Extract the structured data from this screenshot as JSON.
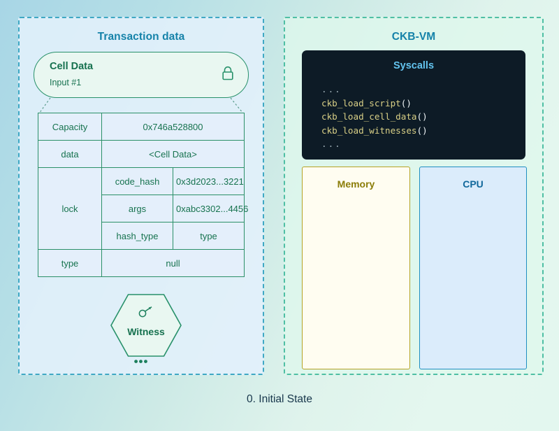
{
  "caption": "0. Initial State",
  "left_panel": {
    "title": "Transaction data",
    "cell": {
      "title": "Cell Data",
      "subtitle": "Input #1",
      "lock_icon": "lock-icon"
    },
    "table": {
      "rows": [
        {
          "key": "Capacity",
          "value": "0x746a528800"
        },
        {
          "key": "data",
          "value": "<Cell Data>"
        },
        {
          "key": "lock",
          "sub": [
            {
              "name": "code_hash",
              "value": "0x3d2023...3221"
            },
            {
              "name": "args",
              "value": "0xabc3302...4456"
            },
            {
              "name": "hash_type",
              "value": "type"
            }
          ]
        },
        {
          "key": "type",
          "value": "null"
        }
      ]
    },
    "witness": {
      "label": "Witness",
      "icon": "key-icon"
    },
    "ellipsis": "•••"
  },
  "right_panel": {
    "title": "CKB-VM",
    "syscalls": {
      "title": "Syscalls",
      "lines": [
        {
          "text": "...",
          "kind": "ellipsis"
        },
        {
          "text": "ckb_load_script",
          "kind": "call"
        },
        {
          "text": "ckb_load_cell_data",
          "kind": "call"
        },
        {
          "text": "ckb_load_witnesses",
          "kind": "call"
        },
        {
          "text": "...",
          "kind": "ellipsis"
        }
      ],
      "call_suffix": "()"
    },
    "memory": {
      "label": "Memory"
    },
    "cpu": {
      "label": "CPU"
    }
  },
  "colors": {
    "title_blue": "#1582a9",
    "green_stroke": "#28916a",
    "dark_panel": "#0d1b26",
    "syscall_yellow": "#d8cf86",
    "syscalls_title_blue": "#63c4ef",
    "memory_border": "#b5a325",
    "cpu_border": "#1f8fc2"
  }
}
